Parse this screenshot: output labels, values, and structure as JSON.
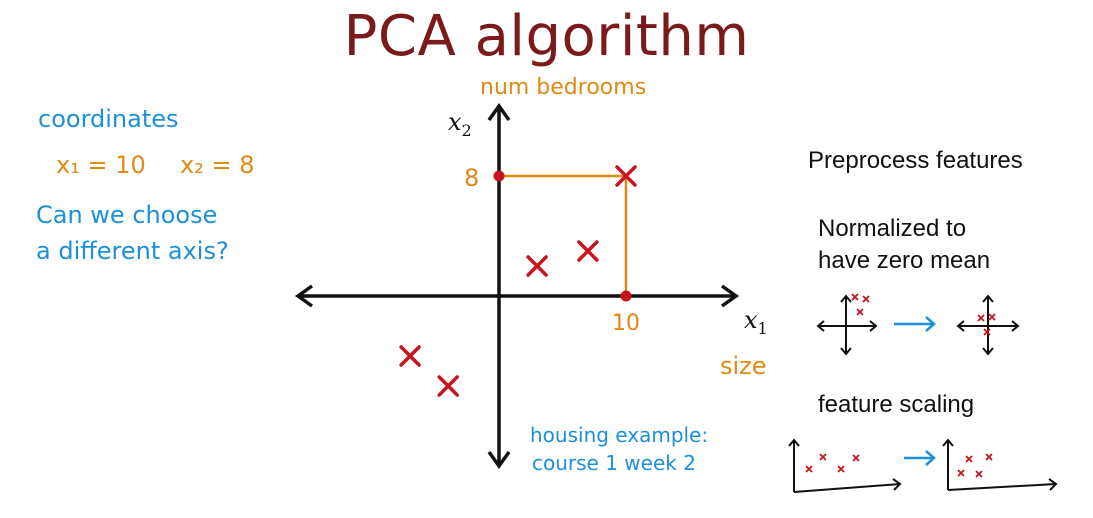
{
  "title": "PCA algorithm",
  "left_notes": {
    "heading": "coordinates",
    "x1": "x₁ = 10",
    "x2": "x₂ = 8",
    "question_line1": "Can we choose",
    "question_line2": "a different axis?"
  },
  "plot": {
    "y_feature_label": "num bedrooms",
    "x_feature_label": "size",
    "x_axis_name": "x",
    "x_axis_sub": "1",
    "y_axis_name": "x",
    "y_axis_sub": "2",
    "tick_x": "10",
    "tick_y": "8",
    "footnote_line1": "housing example:",
    "footnote_line2": "course 1  week 2"
  },
  "right_panel": {
    "preprocess": "Preprocess features",
    "normalized_line1": "Normalized to",
    "normalized_line2": "have zero mean",
    "feature_scaling": "feature scaling"
  },
  "colors": {
    "title": "#7a1a1a",
    "point": "#c8141e",
    "orange": "#e08a16",
    "blue": "#1e90d8",
    "axis": "#111111"
  },
  "chart_data": {
    "type": "scatter",
    "xlabel": "size",
    "ylabel": "num bedrooms",
    "x": [
      10,
      3,
      7,
      -7,
      -4
    ],
    "y": [
      8,
      2,
      3,
      -4,
      -6
    ]
  }
}
